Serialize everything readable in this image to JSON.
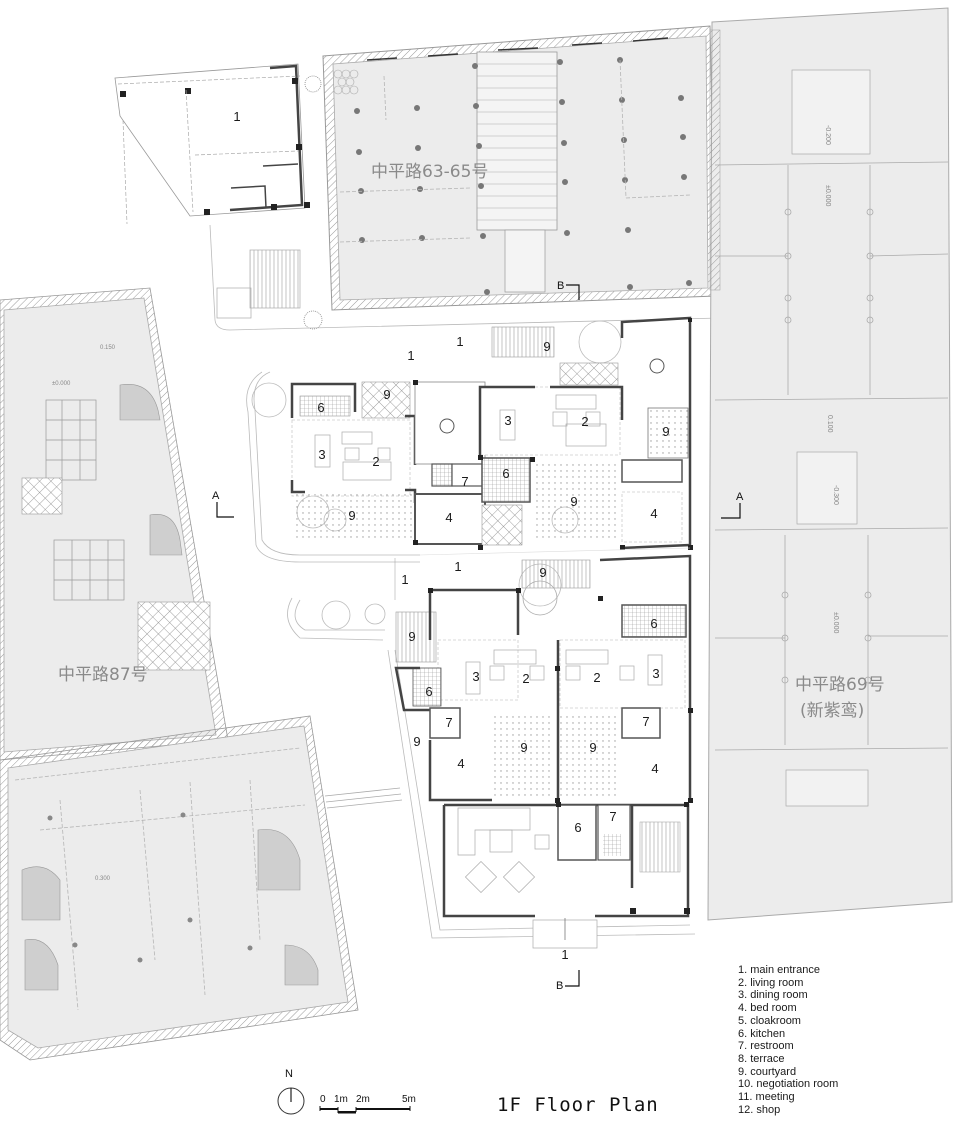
{
  "title": "1F Floor Plan",
  "legend": {
    "items": [
      {
        "num": "1",
        "label": "1. main entrance"
      },
      {
        "num": "2",
        "label": "2. living room"
      },
      {
        "num": "3",
        "label": "3. dining room"
      },
      {
        "num": "4",
        "label": "4. bed room"
      },
      {
        "num": "5",
        "label": "5. cloakroom"
      },
      {
        "num": "6",
        "label": "6. kitchen"
      },
      {
        "num": "7",
        "label": "7. restroom"
      },
      {
        "num": "8",
        "label": "8. terrace"
      },
      {
        "num": "9",
        "label": "9. courtyard"
      },
      {
        "num": "10",
        "label": "10. negotiation room"
      },
      {
        "num": "11",
        "label": "11. meeting"
      },
      {
        "num": "12",
        "label": "12. shop"
      }
    ]
  },
  "north_arrow": {
    "label": "N"
  },
  "scale_bar": {
    "labels": [
      "0",
      "1m",
      "2m",
      "5m"
    ]
  },
  "neighbor_buildings": {
    "north": {
      "label": "中平路63-65号"
    },
    "west": {
      "label": "中平路87号"
    },
    "east": {
      "label_line1": "中平路69号",
      "label_line2": "(新紫鸾)"
    }
  },
  "section_markers": {
    "a_left": "A",
    "a_right": "A",
    "b_top": "B",
    "b_bottom": "B"
  },
  "elevations": {
    "east_top": "-0.200",
    "east_top2": "±0.000",
    "east_mid": "-0.300",
    "east_mid2": "±0.000",
    "east_door": "0.100",
    "west_a": "0.150",
    "west_b": "±0.000",
    "west_c": "0.300"
  },
  "rooms": {
    "nw_pavilion": "1",
    "u1_entrance": "1",
    "u1_kitchen": "6",
    "u1_court_top": "9",
    "u1_dining": "3",
    "u1_living": "2",
    "u1_restroom": "7",
    "u1_court": "9",
    "u1_bed": "4",
    "u2_entrance": "1",
    "u2_court_top": "9",
    "u2_dining": "3",
    "u2_living": "2",
    "u2_court_side": "9",
    "u2_kitchen": "6",
    "u2_court": "9",
    "u2_bed": "4",
    "u3_entrance": "1",
    "u3_court_top": "9",
    "u3_kitchen": "6",
    "u3_dining": "3",
    "u3_living": "2",
    "u3_restroom": "7",
    "u3_court_side": "9",
    "u3_court": "9",
    "u3_bed": "4",
    "u4_entrance": "1",
    "u4_court_top": "9",
    "u4_kitchen": "6",
    "u4_dining": "3",
    "u4_living": "2",
    "u4_restroom": "7",
    "u4_court": "9",
    "u4_bed": "4",
    "u5_kitchen": "6",
    "u5_restroom": "7",
    "u5_entrance": "1"
  }
}
